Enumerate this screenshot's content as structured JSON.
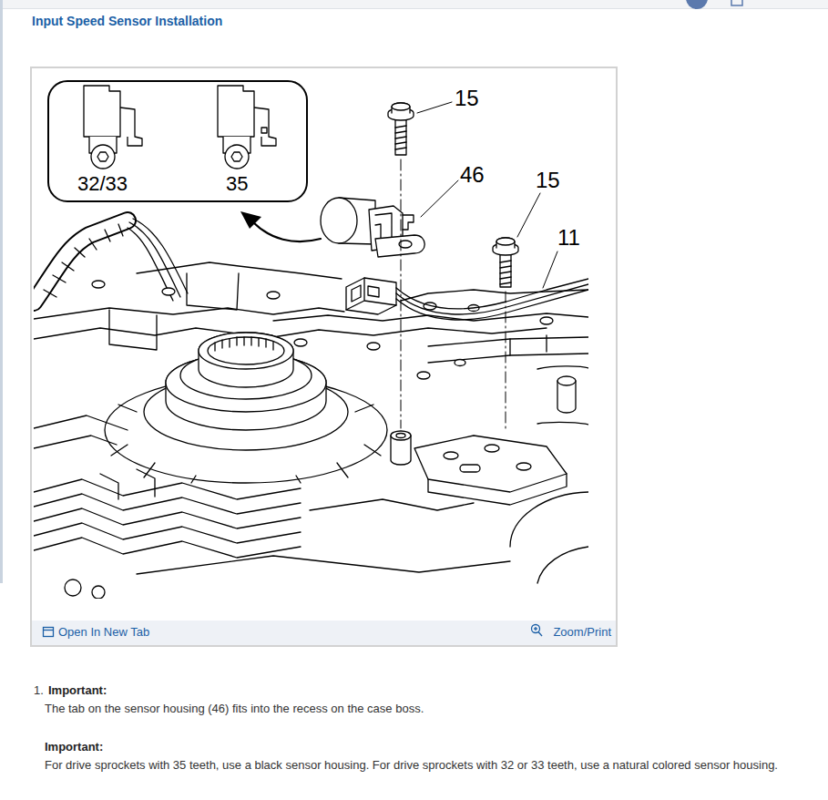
{
  "diagram": {
    "title": "Input Speed Sensor Installation",
    "nodes": [
      {
        "text": [
          "Open In New Tab",
          "Zoom/Print"
        ]
      },
      {
        "text": [
          "32/33",
          "35"
        ],
        "in": 0
      }
    ],
    "labels": [
      "15",
      "46",
      "15",
      "11",
      "1.",
      "Important:",
      "The tab on the sensor housing (46) fits into the recess on the case boss.",
      "Important:",
      "For drive sprockets with 35 teeth, use a black sensor housing. For drive sprockets with 32 or 33 teeth, use a natural colored sensor housing."
    ]
  }
}
